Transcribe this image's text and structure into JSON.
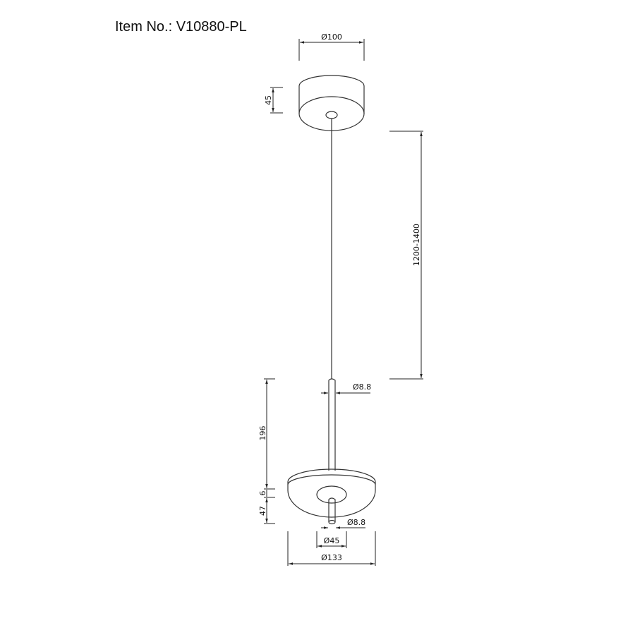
{
  "title": "Item No.: V10880-PL",
  "dimensions": {
    "canopy_diameter": "Ø100",
    "canopy_height": "45",
    "cable_length": "1200-1400",
    "stem_diameter_top": "Ø8.8",
    "stem_length": "196",
    "disc_thickness": "6",
    "lower_stem_length": "47",
    "stem_diameter_bottom": "Ø8.8",
    "inner_diameter": "Ø45",
    "disc_diameter": "Ø133"
  }
}
